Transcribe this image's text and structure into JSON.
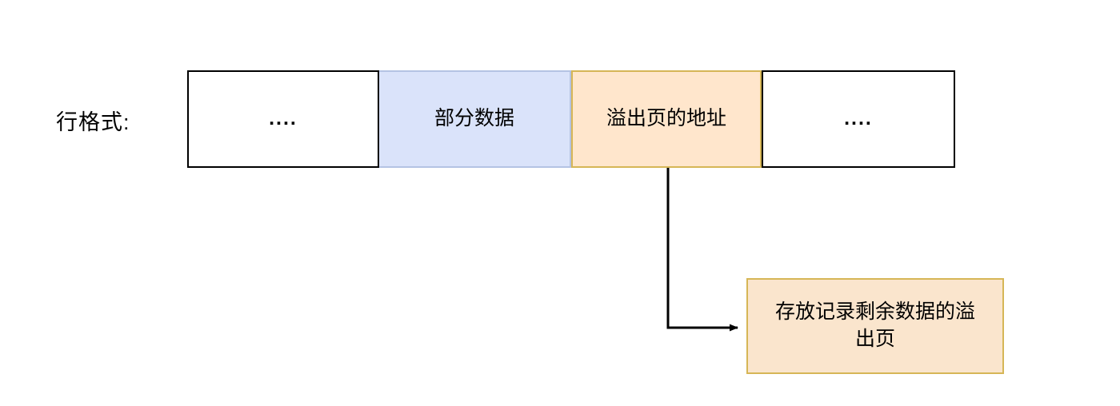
{
  "diagram": {
    "type": "flow-diagram",
    "title_label": "行格式:",
    "row_format": {
      "label": "行格式:",
      "cells": [
        {
          "text": "....",
          "fill": "#ffffff",
          "stroke": "#000000",
          "kind": "ellipsis"
        },
        {
          "text": "部分数据",
          "fill": "#dae3fa",
          "stroke": "#b4c3e4",
          "kind": "data"
        },
        {
          "text": "溢出页的地址",
          "fill": "#ffe6cc",
          "stroke": "#d6b656",
          "kind": "pointer"
        },
        {
          "text": "....",
          "fill": "#ffffff",
          "stroke": "#000000",
          "kind": "ellipsis"
        }
      ]
    },
    "overflow_page": {
      "text": "存放记录剩余数据的溢出页",
      "line1": "存放记录剩余数据的",
      "line2": "溢出页",
      "fill": "#fae5cd",
      "stroke": "#d6b656"
    },
    "connector": {
      "name": "pointer-to-overflow-page",
      "stroke": "#000000",
      "from": "溢出页的地址",
      "to": "存放记录剩余数据的溢出页"
    },
    "colors": {
      "background": "#ffffff",
      "text": "#000000",
      "blue_fill": "#dae3fa",
      "blue_stroke": "#b4c3e4",
      "orange_fill": "#ffe6cc",
      "peach_fill": "#fae5cd",
      "gold_stroke": "#d6b656",
      "black_stroke": "#000000"
    }
  }
}
